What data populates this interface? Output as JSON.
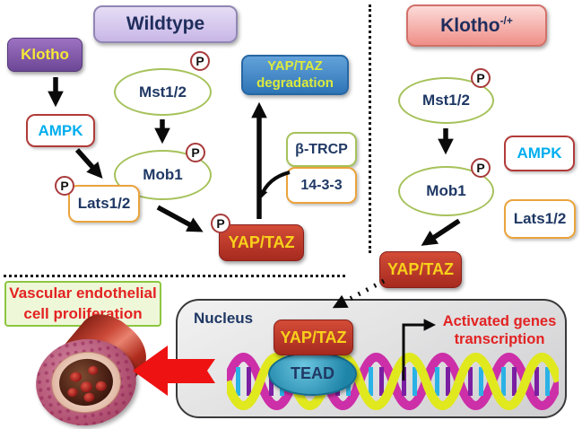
{
  "diagram": {
    "panels": {
      "wildtype": {
        "label": "Wildtype"
      },
      "klotho_het": {
        "label": "Klotho",
        "superscript": "-/+"
      }
    },
    "nodes": {
      "klotho": "Klotho",
      "ampk": "AMPK",
      "mst12": "Mst1/2",
      "mob1": "Mob1",
      "lats12": "Lats1/2",
      "yaptaz": "YAP/TAZ",
      "phospho": "P",
      "degradation_line1": "YAP/TAZ",
      "degradation_line2": "degradation",
      "btrcp": "β-TRCP",
      "p14_3_3": "14-3-3",
      "tead": "TEAD"
    },
    "nucleus": {
      "label": "Nucleus",
      "activated_line1": "Activated genes",
      "activated_line2": "transcription"
    },
    "outcome": {
      "line1": "Vascular endothelial",
      "line2": "cell proliferation"
    },
    "colors": {
      "wildtype_header_bg": "#cdbbe9",
      "klotho_het_header_bg": "#f2a09a",
      "klotho_node_bg": "#7e55a6",
      "yaptaz_bg": "#bc3a2a",
      "degradation_bg": "#3f83c4",
      "tead_bg": "#2d9cc0",
      "green_border": "#a6c25b",
      "orange_border": "#eaa33d",
      "red_border": "#b13b39",
      "navy_text": "#1f3864",
      "cyan_text": "#00aeef",
      "yellow_text": "#f7d817",
      "red_text": "#e32222",
      "nucleus_bg": "#dedede",
      "outcome_box_bg": "#eef8d8"
    }
  }
}
